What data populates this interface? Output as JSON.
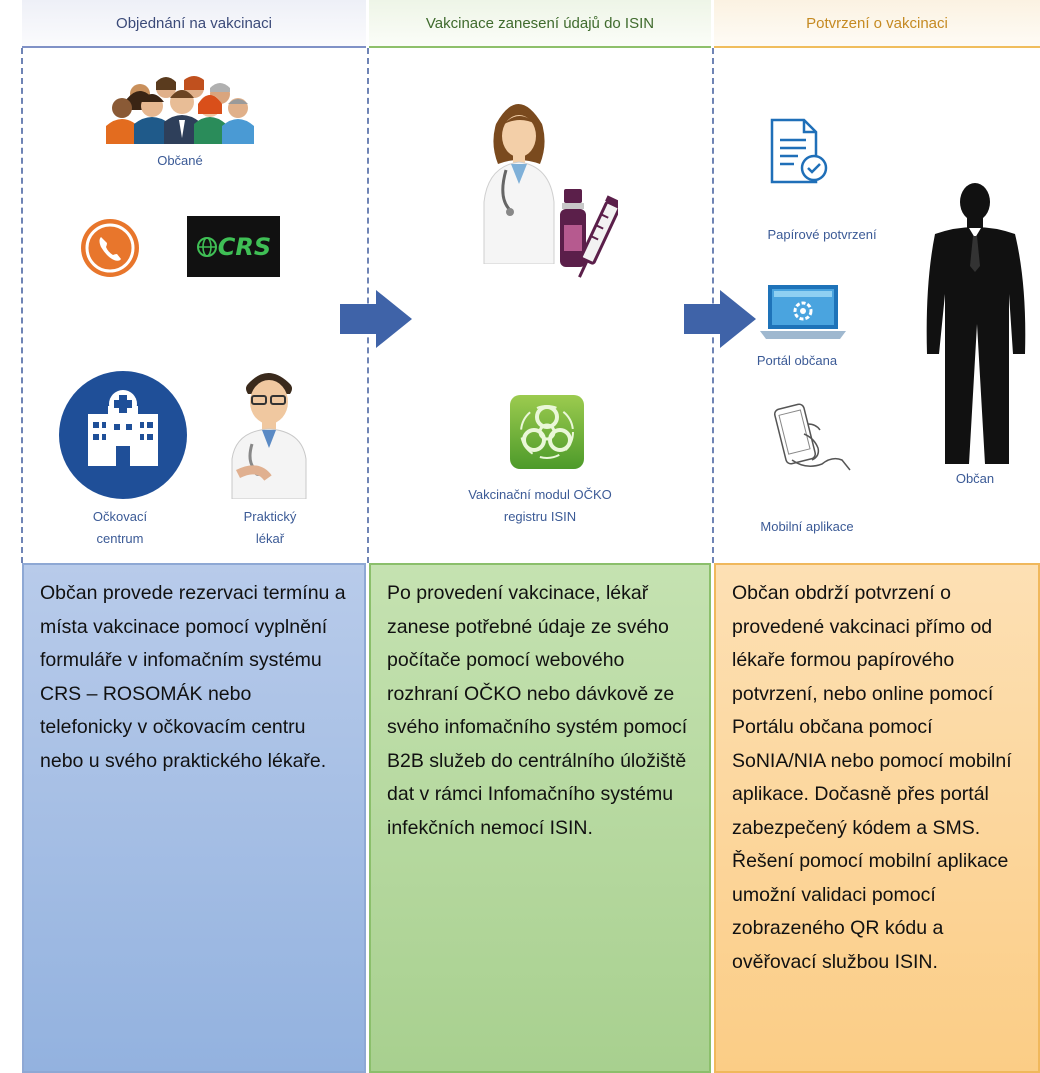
{
  "headers": {
    "col1": "Objednání na vakcinaci",
    "col2": "Vakcinace zanesení údajů do ISIN",
    "col3": "Potvrzení o vakcinaci"
  },
  "col1": {
    "citizens_label": "Občané",
    "crs_logo_text": "CRS",
    "center_label": "Očkovací\ncentrum",
    "doctor_label": "Praktický\nlékař"
  },
  "col2": {
    "module_label": "Vakcinační modul OČKO\nregistru ISIN"
  },
  "col3": {
    "paper_label": "Papírové potvrzení",
    "portal_label": "Portál občana",
    "mobile_label": "Mobilní aplikace",
    "citizen_label": "Občan"
  },
  "panels": {
    "p1": "Občan provede rezervaci termínu a místa vakcinace pomocí vyplnění formuláře v infomačním systému CRS – ROSOMÁK nebo telefonicky v očkovacím centru nebo u svého praktického lékaře.",
    "p2": "Po provedení vakcinace, lékař zanese potřebné údaje ze svého počítače pomocí webového rozhraní OČKO nebo dávkově ze svého infomačního systém pomocí B2B služeb do centrálního úložiště dat v rámci Infomačního systému infekčních nemocí ISIN.",
    "p3": "Občan obdrží potvrzení o provedené vakcinaci přímo od lékaře formou papírového potvrzení, nebo online pomocí Portálu občana pomocí SoNIA/NIA nebo pomocí mobilní aplikace. Dočasně přes portál zabezpečený kódem a SMS. Řešení pomocí mobilní aplikace umožní validaci pomocí zobrazeného QR kódu a ověřovací službou ISIN."
  },
  "colors": {
    "blue_panel": "#a6bfe6",
    "green_panel": "#b6da9f",
    "orange_panel": "#fcd59b",
    "arrow": "#3f63a8"
  }
}
